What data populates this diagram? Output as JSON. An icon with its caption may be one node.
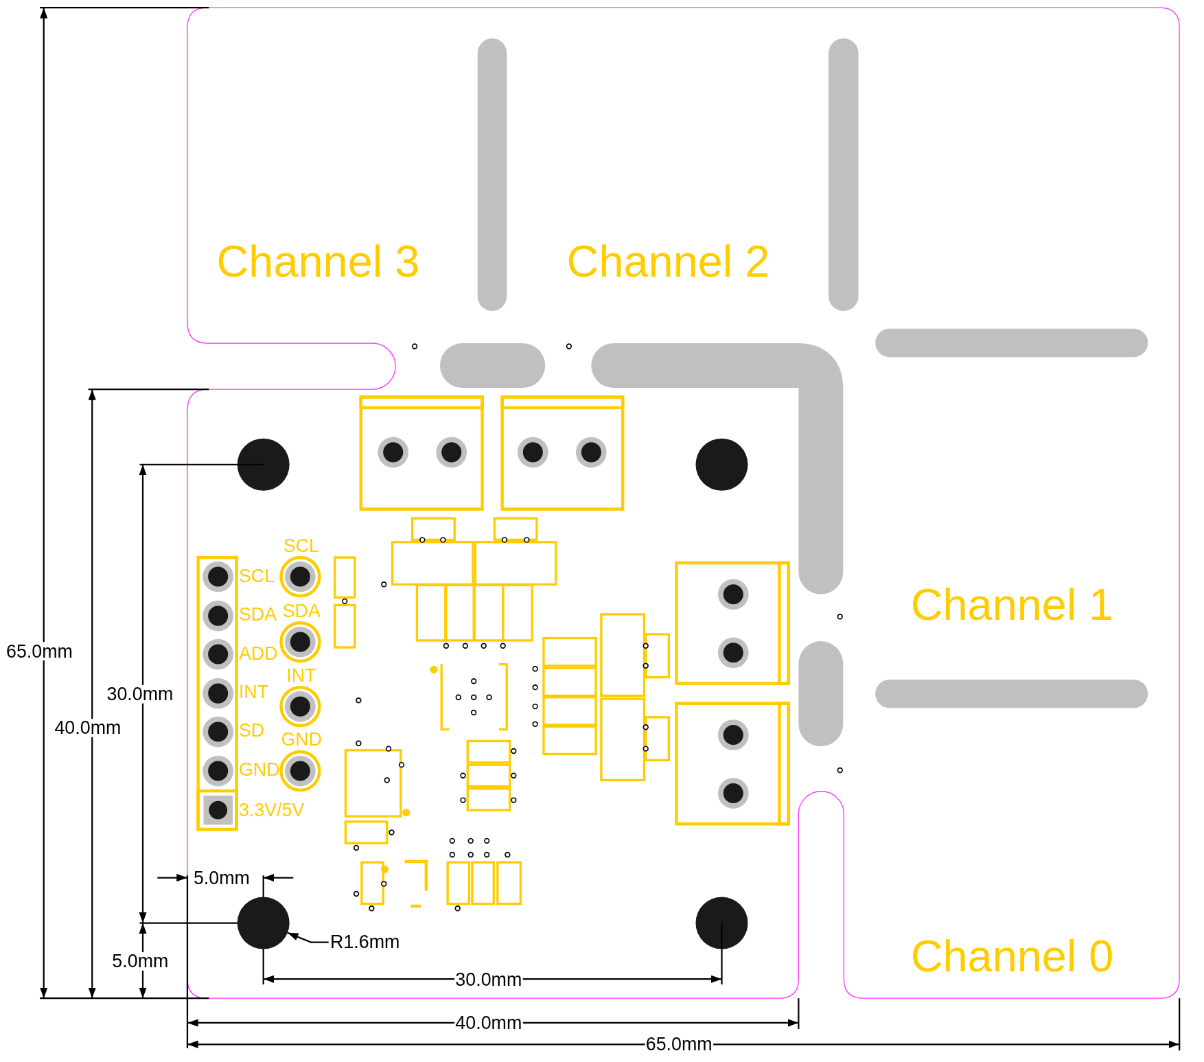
{
  "diagram": {
    "nodes": [
      {
        "text": [],
        "shape": "circle"
      },
      {
        "text": [
          "R1.6mm"
        ]
      }
    ],
    "edges": [
      {
        "from": 1,
        "to": 0,
        "arrow": "to"
      }
    ],
    "labels": [
      "Channel 3",
      "Channel 2",
      "SCL",
      "SCL",
      "Channel 1",
      "SDA",
      "SDA",
      "65.0mm",
      "ADD",
      "INT",
      "30.0mm",
      "INT",
      "40.0mm",
      "SD",
      "GND",
      "GND",
      "3.3V/5V",
      "5.0mm",
      "5.0mm",
      "Channel 0",
      "30.0mm",
      "40.0mm",
      "65.0mm"
    ]
  }
}
